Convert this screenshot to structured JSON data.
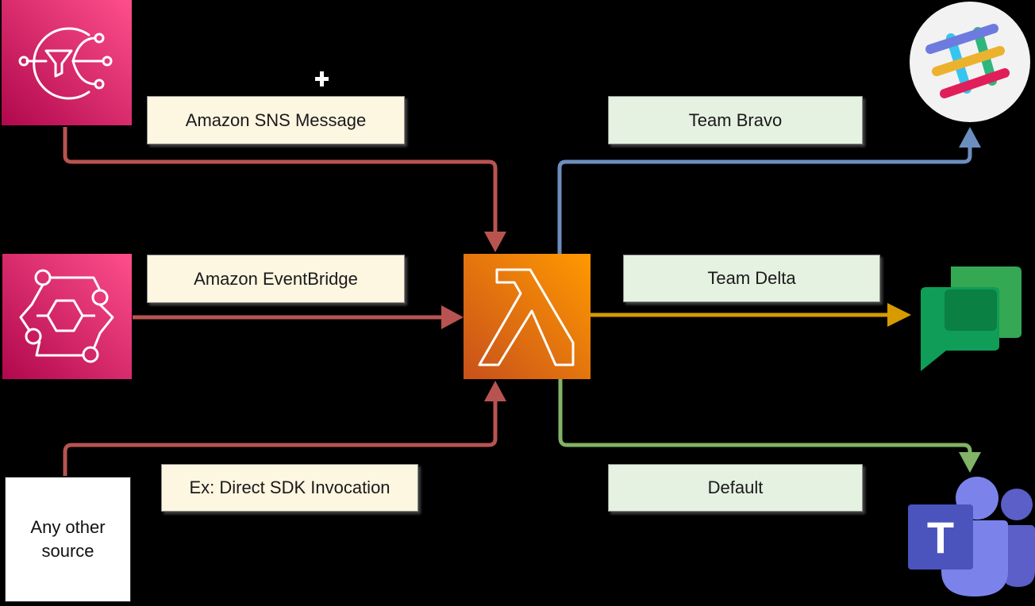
{
  "sources": {
    "sns": {
      "label": "Amazon SNS Message"
    },
    "eventbridge": {
      "label": "Amazon EventBridge"
    },
    "other": {
      "label": "Ex: Direct SDK Invocation",
      "box_line1": "Any other",
      "box_line2": "source"
    }
  },
  "targets": {
    "slack": {
      "label": "Team Bravo"
    },
    "google_chat": {
      "label": "Team Delta"
    },
    "teams": {
      "label": "Default",
      "letter": "T"
    }
  },
  "icons": {
    "sns": "sns-icon",
    "eventbridge": "eventbridge-icon",
    "lambda": "lambda-icon",
    "slack": "slack-icon",
    "google_chat": "google-chat-icon",
    "teams": "microsoft-teams-icon"
  },
  "colors": {
    "source_arrow": "#b85450",
    "slack_arrow": "#6c8ebf",
    "google_chat_arrow": "#d79b00",
    "teams_arrow": "#82b366",
    "aws_pink": "#e7157b",
    "lambda_orange": "#ed7100"
  }
}
